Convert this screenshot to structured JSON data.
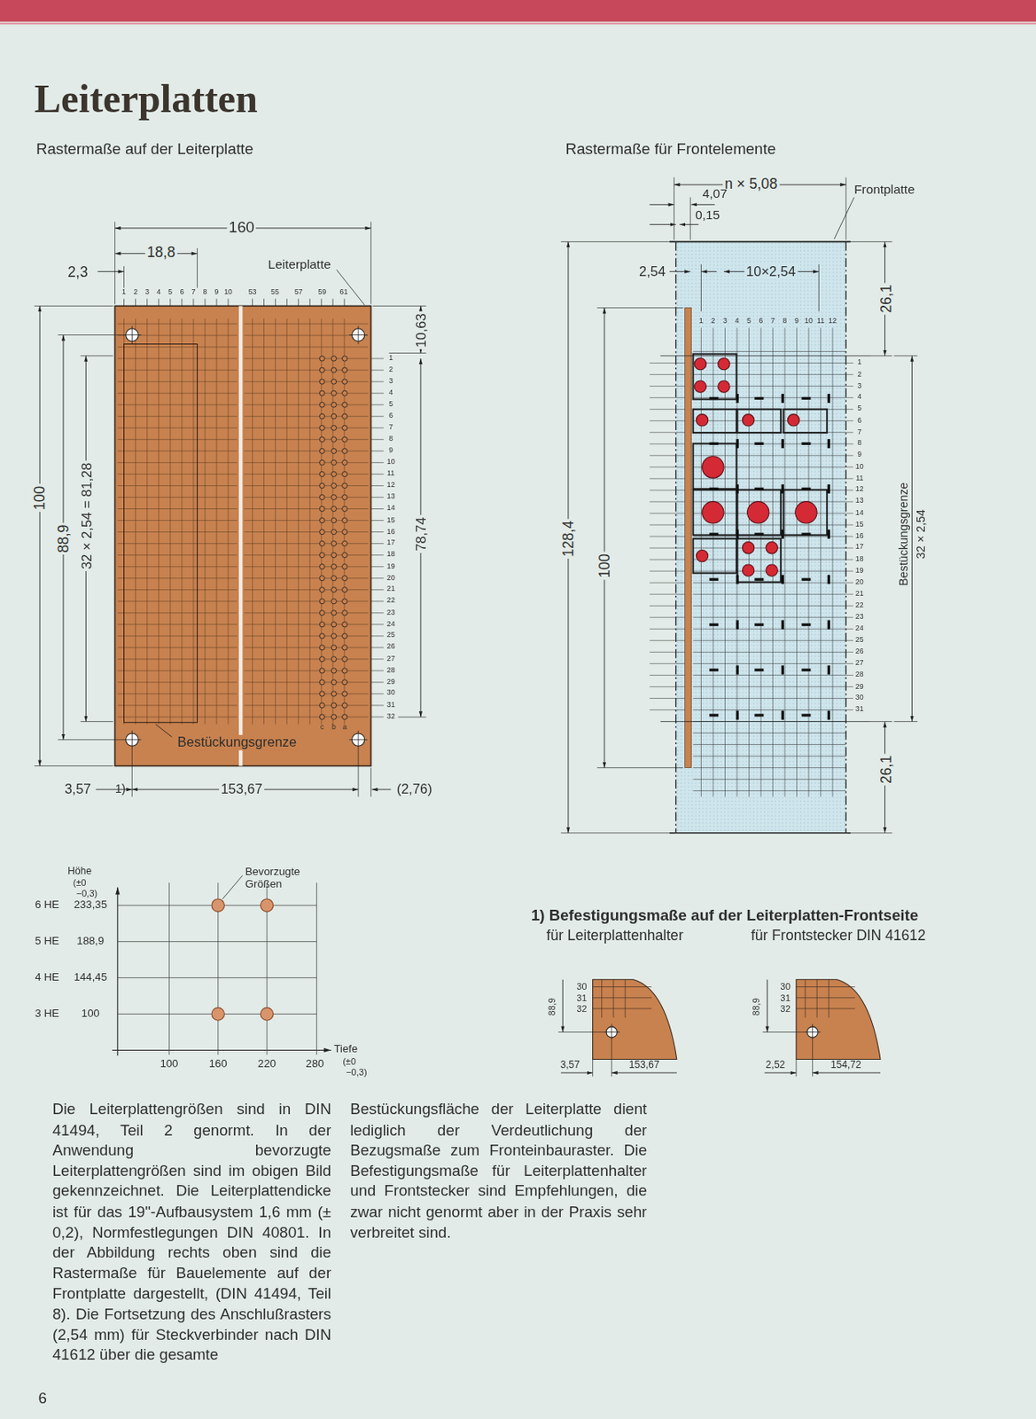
{
  "diagram": {
    "title": "Leiterplatten",
    "labels": [
      "Rastermaße auf der Leiterplatte",
      "Rastermaße für Frontelemente",
      "160",
      "18,8",
      "2,3",
      "Leiterplatte",
      "1",
      "2",
      "3",
      "4",
      "5",
      "6",
      "7",
      "8",
      "9",
      "10",
      "53",
      "55",
      "57",
      "59",
      "61",
      "1",
      "2",
      "3",
      "4",
      "5",
      "6",
      "7",
      "8",
      "9",
      "10",
      "11",
      "12",
      "13",
      "14",
      "15",
      "16",
      "17",
      "18",
      "19",
      "20",
      "21",
      "22",
      "23",
      "24",
      "25",
      "26",
      "27",
      "28",
      "29",
      "30",
      "31",
      "32",
      "10,63",
      "78,74",
      "100",
      "88,9",
      "32 × 2,54 = 81,28",
      "Bestückungsgrenze",
      "c",
      "b",
      "a",
      "3,57",
      "1)",
      "153,67",
      "(2,76)",
      "n × 5,08",
      "4,07",
      "0,15",
      "Frontplatte",
      "2,54",
      "10×2,54",
      "26,1",
      "1",
      "2",
      "3",
      "4",
      "5",
      "6",
      "7",
      "8",
      "9",
      "10",
      "11",
      "12",
      "1",
      "2",
      "3",
      "4",
      "5",
      "6",
      "7",
      "8",
      "9",
      "10",
      "11",
      "12",
      "13",
      "14",
      "15",
      "16",
      "17",
      "18",
      "19",
      "20",
      "21",
      "22",
      "23",
      "24",
      "25",
      "26",
      "27",
      "28",
      "29",
      "30",
      "31",
      "128,4",
      "100",
      "Bestückungsgrenze",
      "32 × 2,54",
      "26,1",
      "Höhe",
      "(±0",
      "−0,3)",
      "Bevorzugte Größen",
      "6 HE",
      "233,35",
      "5 HE",
      "188,9",
      "4 HE",
      "144,45",
      "3 HE",
      "100",
      "100",
      "160",
      "220",
      "280",
      "Tiefe",
      "(±0",
      "−0,3)",
      "1) Befestigungsmaße auf der Leiterplatten-Frontseite",
      "für Leiterplattenhalter",
      "für Frontstecker DIN 41612",
      "88,9",
      "30",
      "31",
      "32",
      "3,57",
      "153,67",
      "88,9",
      "30",
      "31",
      "32",
      "2,52",
      "154,72",
      "Die Leiterplattengrößen sind in DIN 41494, Teil 2 genormt. In der Anwendung bevorzugte Leiterplattengrößen sind im obigen Bild gekennzeichnet. Die Leiterplattendicke ist für das 19\"-Aufbausystem 1,6 mm (± 0,2), Normfestlegungen DIN 40801. In der Abbildung rechts oben sind die Rastermaße für Bauelemente auf der Frontplatte dargestellt, (DIN 41494, Teil 8). Die Fortsetzung des Anschlußrasters (2,54 mm) für Steckverbinder nach DIN 41612 über die gesamte",
      "Bestückungsfläche der Leiterplatte dient lediglich der Verdeutlichung der Bezugsmaße zum Fronteinbauraster. Die Befestigungsmaße für Leiterplattenhalter und Frontstecker sind Empfehlungen, die zwar nicht genormt aber in der Praxis sehr verbreitet sind.",
      "6"
    ]
  }
}
